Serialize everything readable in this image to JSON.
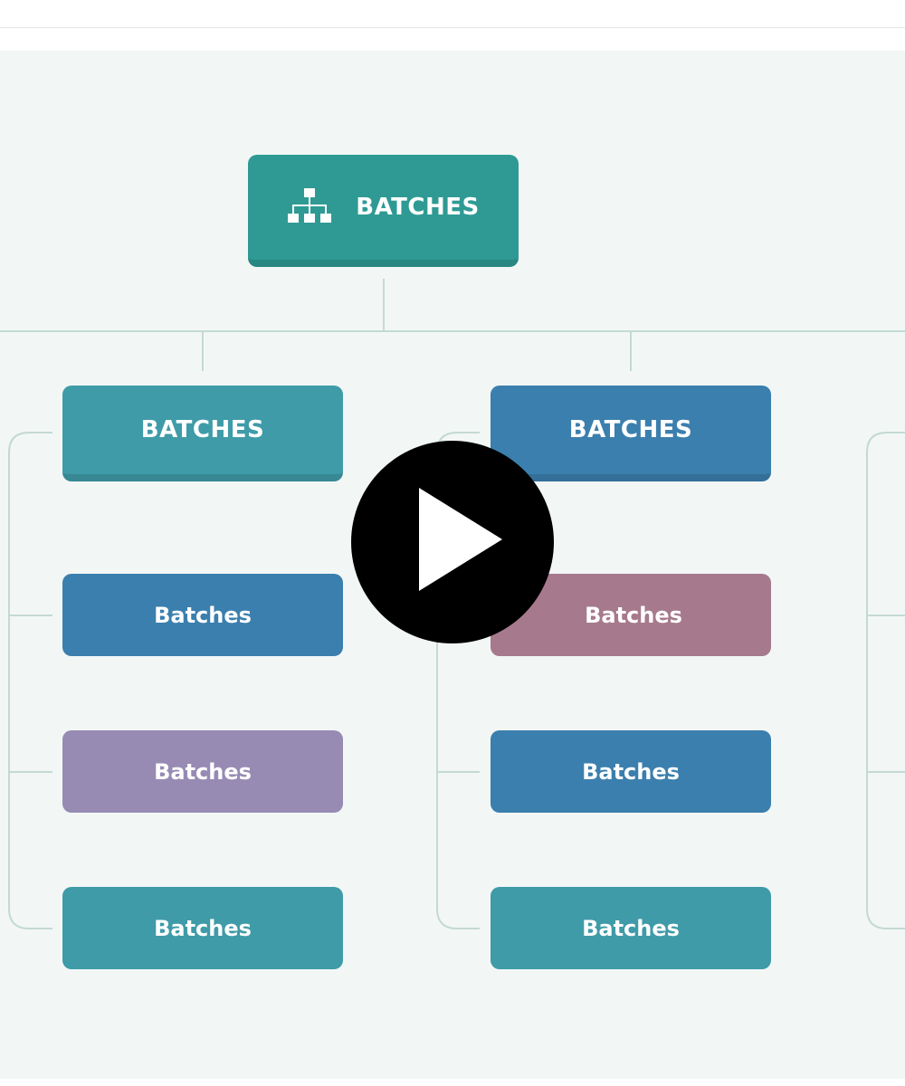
{
  "colors": {
    "teal": "#2f9a94",
    "teal_light": "#3f9ba8",
    "blue": "#3b7fae",
    "mauve": "#a67a8c",
    "lavender": "#978bb4",
    "connector": "#c4d9d4",
    "canvas_bg": "#f2f7f6"
  },
  "diagram": {
    "root": {
      "label": "BATCHES",
      "icon": "hierarchy-icon"
    },
    "columns": [
      {
        "header": {
          "label": "BATCHES"
        },
        "items": [
          {
            "label": "Batches"
          },
          {
            "label": "Batches"
          },
          {
            "label": "Batches"
          }
        ]
      },
      {
        "header": {
          "label": "BATCHES"
        },
        "items": [
          {
            "label": "Batches"
          },
          {
            "label": "Batches"
          },
          {
            "label": "Batches"
          }
        ]
      }
    ]
  },
  "overlay": {
    "icon": "play-icon"
  }
}
